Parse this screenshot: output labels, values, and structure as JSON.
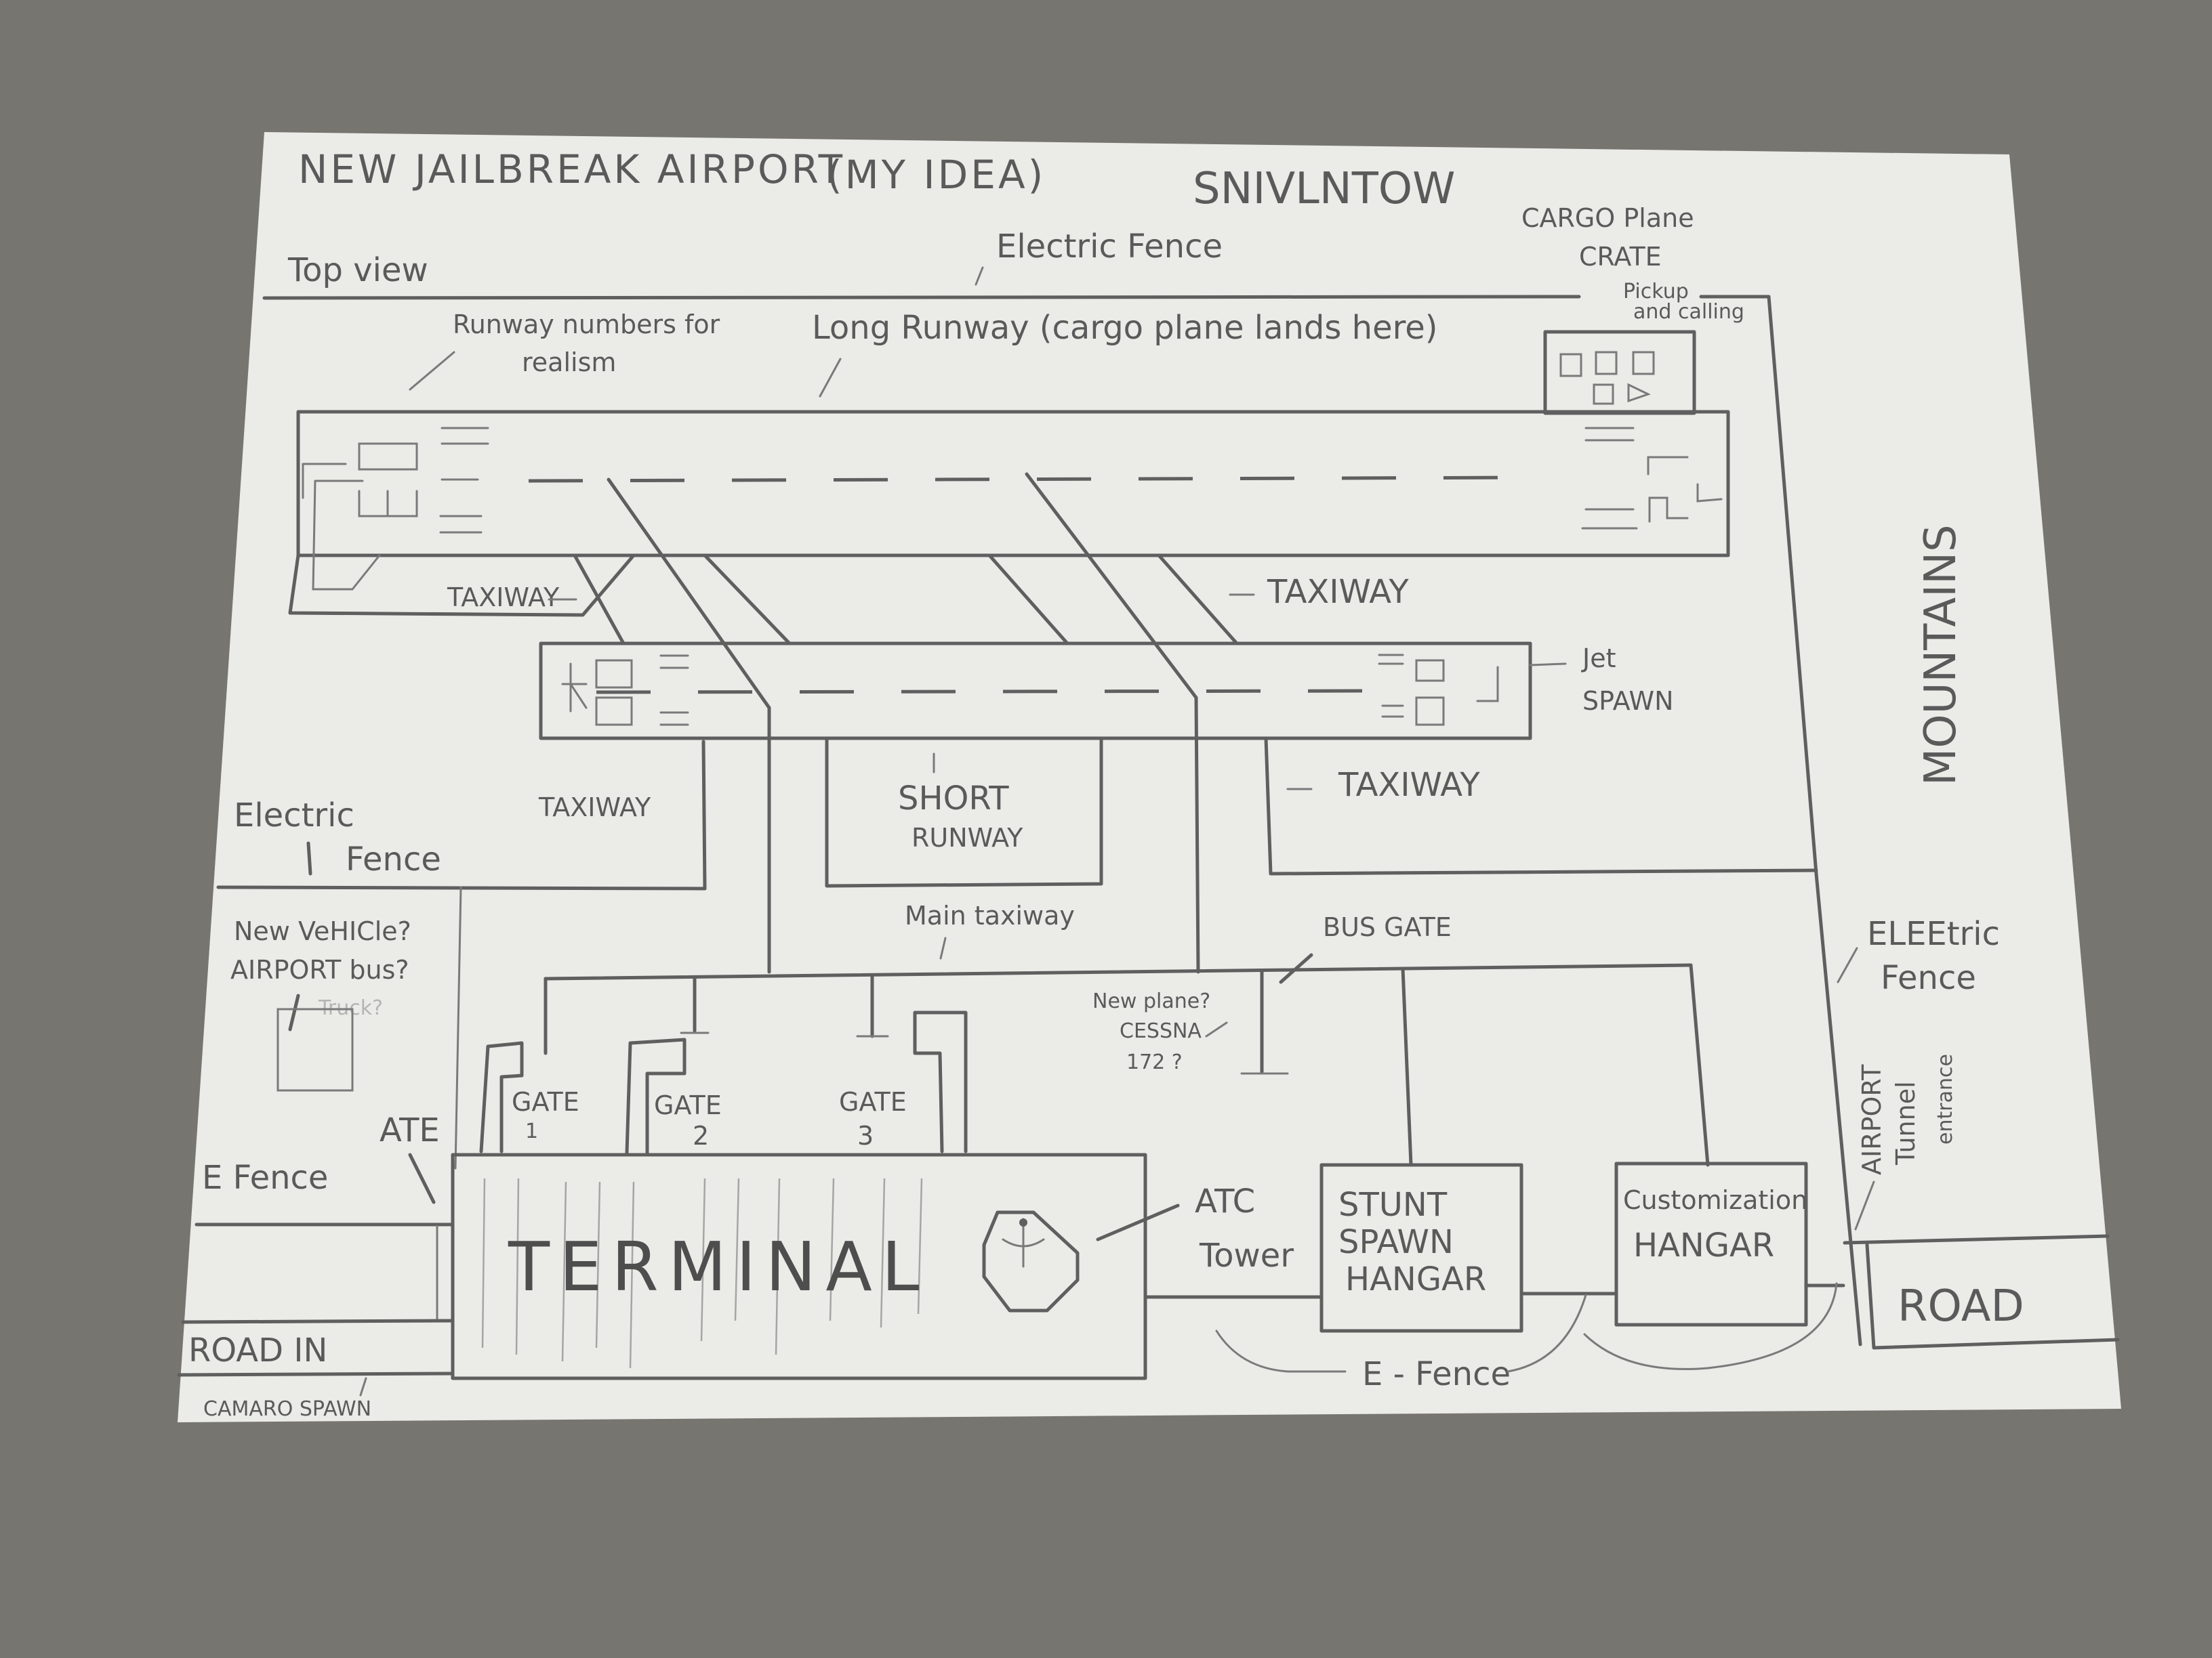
{
  "sheet": {
    "title": "NEW JAILBREAK AIRPORT",
    "title_note": "(MY IDEA)",
    "author": "SNIVLNTOW",
    "view_label": "Top view",
    "paper_color": "#ebebe8",
    "pencil_color": "#5f5f5f",
    "background_color": "#77756f"
  },
  "labels": {
    "electric_fence_top": "Electric Fence",
    "cargo_crate_line1": "CARGO Plane",
    "cargo_crate_line2": "CRATE",
    "cargo_pickup_line1": "Pickup",
    "cargo_pickup_line2": "and calling",
    "runway_numbers_line1": "Runway numbers for",
    "runway_numbers_line2": "realism",
    "long_runway": "Long Runway (cargo plane lands here)",
    "taxiway_left_top": "TAXIWAY",
    "taxiway_right_top": "TAXIWAY",
    "jet_spawn_line1": "Jet",
    "jet_spawn_line2": "SPAWN",
    "mountains": "MOUNTAINS",
    "electric_fence_left_line1": "Electric",
    "electric_fence_left_line2": "Fence",
    "taxiway_left_lower": "TAXIWAY",
    "short_runway_line1": "SHORT",
    "short_runway_line2": "RUNWAY",
    "taxiway_right_lower": "TAXIWAY",
    "main_taxiway": "Main taxiway",
    "bus_gate": "BUS GATE",
    "electric_fence_right_line1": "ELEEtric",
    "electric_fence_right_line2": "Fence",
    "new_vehicle_line1": "New VeHICle?",
    "new_vehicle_line2": "AIRPORT bus?",
    "new_vehicle_line3": "Truck?",
    "new_plane_line1": "New plane?",
    "new_plane_line2": "CESSNA",
    "new_plane_line3": "172 ?",
    "gate_1": "GATE",
    "gate_1_num": "1",
    "gate_2": "GATE",
    "gate_2_num": "2",
    "gate_3": "GATE",
    "gate_3_num": "3",
    "ate": "ATE",
    "e_fence_left": "E Fence",
    "terminal": "TERMINAL",
    "atc_line1": "ATC",
    "atc_line2": "Tower",
    "stunt_line1": "STUNT",
    "stunt_line2": "SPAWN",
    "stunt_line3": "HANGAR",
    "custom_line1": "Customization",
    "custom_line2": "HANGAR",
    "tunnel_line1": "AIRPORT",
    "tunnel_line2": "Tunnel",
    "tunnel_line3": "entrance",
    "road_right": "ROAD",
    "road_in": "ROAD IN",
    "camaro_spawn": "CAMARO SPAWN",
    "e_fence_bottom": "E - Fence"
  },
  "icons": {
    "atc_tower": "octagon-with-antenna",
    "runway_markings": "threshold-bars",
    "cargo_crates": "small-squares"
  }
}
